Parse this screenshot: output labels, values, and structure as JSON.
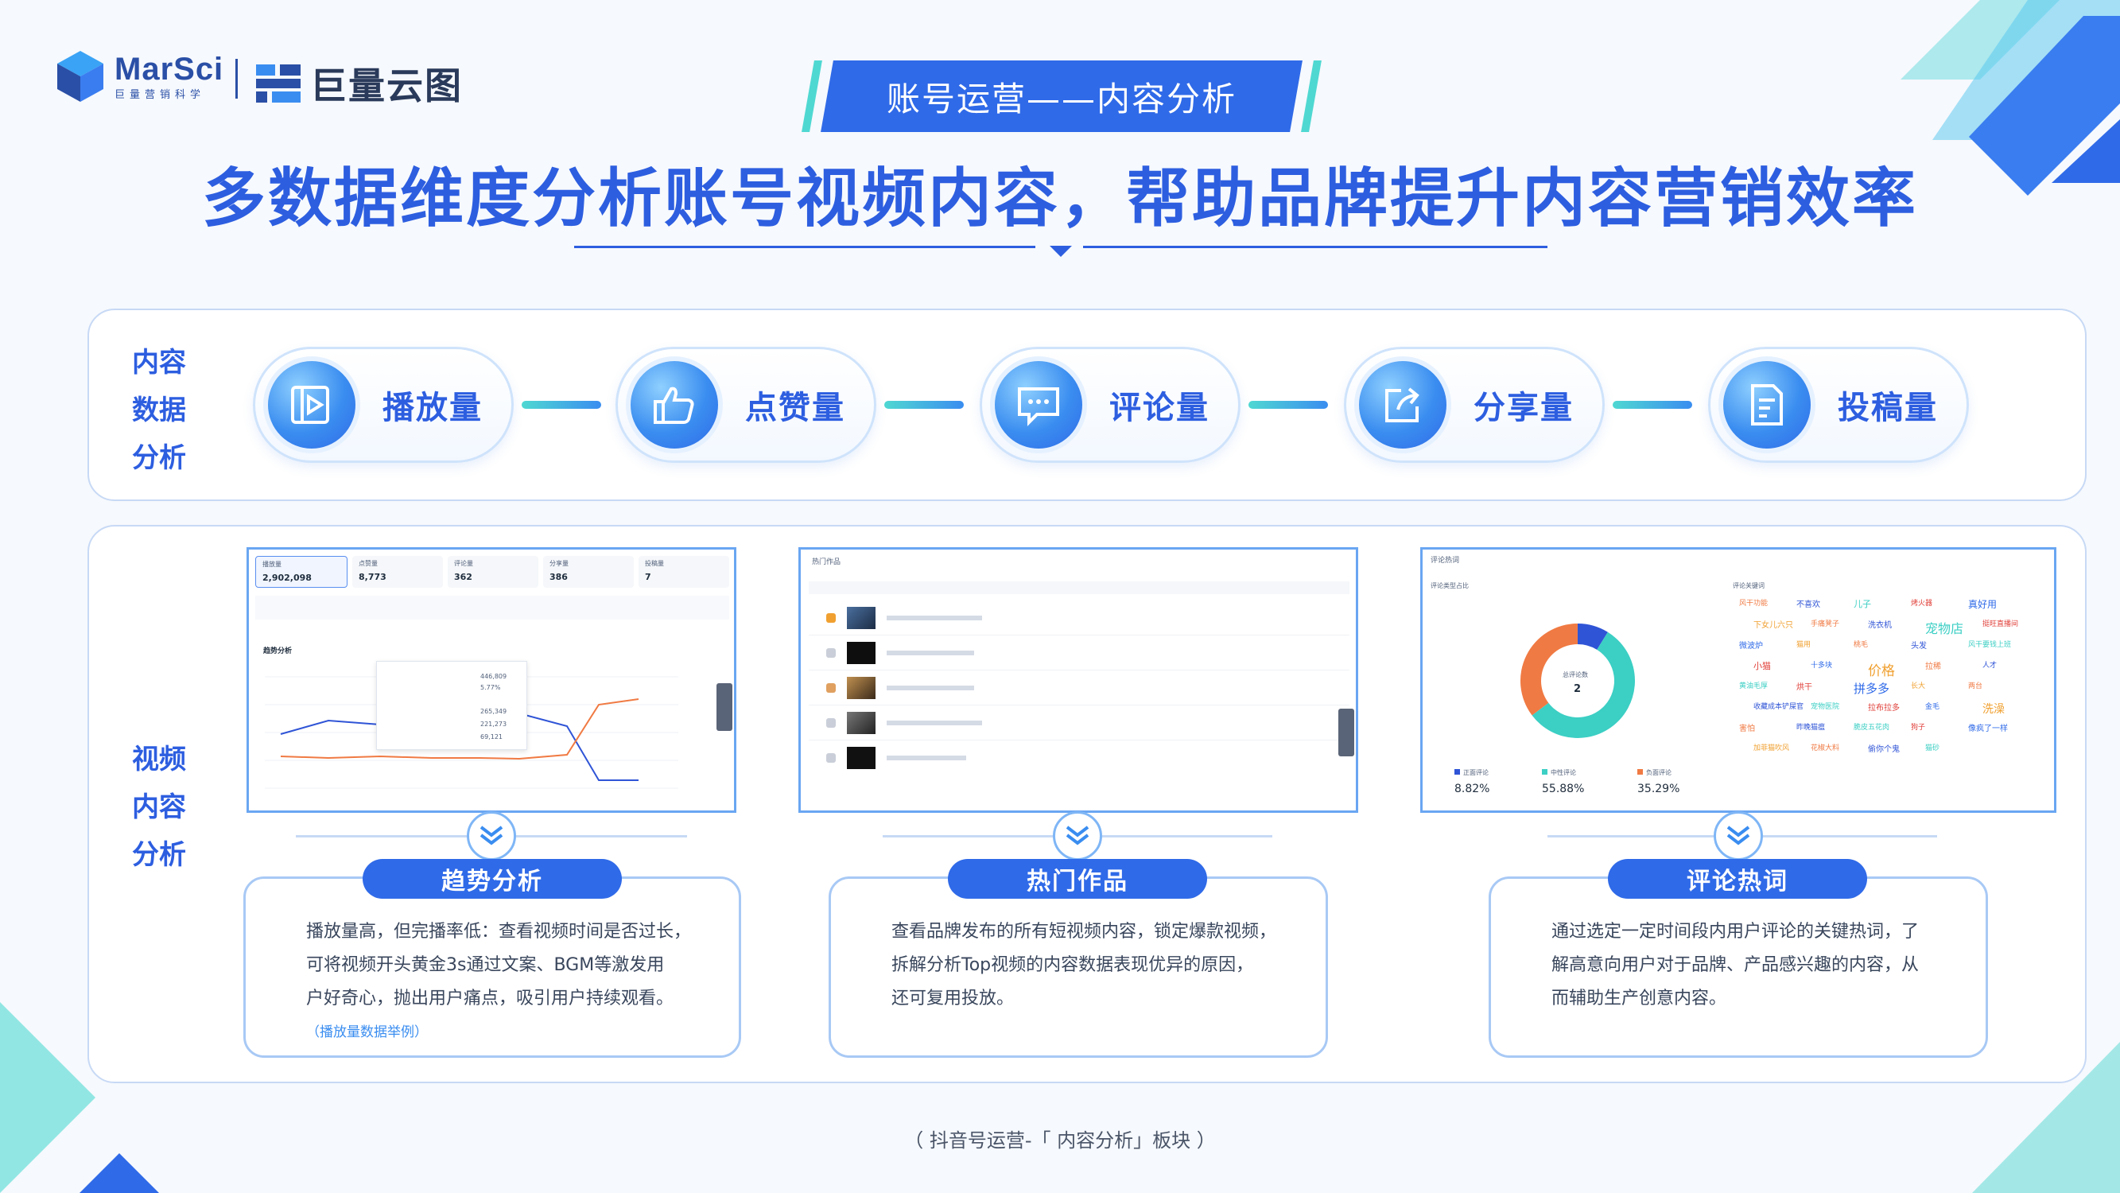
{
  "logo": {
    "brand_name": "MarSci",
    "brand_sub": "巨量营销科学",
    "partner_name": "巨量云图"
  },
  "section_tag": "账号运营——内容分析",
  "headline": "多数据维度分析账号视频内容，帮助品牌提升内容营销效率",
  "content_panel": {
    "side_label": [
      "内容",
      "数据",
      "分析"
    ],
    "metrics": [
      {
        "label": "播放量",
        "icon": "play-icon"
      },
      {
        "label": "点赞量",
        "icon": "thumbs-up-icon"
      },
      {
        "label": "评论量",
        "icon": "comment-icon"
      },
      {
        "label": "分享量",
        "icon": "share-icon"
      },
      {
        "label": "投稿量",
        "icon": "document-icon"
      }
    ]
  },
  "video_panel": {
    "side_label": [
      "视频",
      "内容",
      "分析"
    ],
    "trend_shot": {
      "stats": [
        {
          "label": "播放量",
          "value": "2,902,098"
        },
        {
          "label": "点赞量",
          "value": "8,773"
        },
        {
          "label": "评论量",
          "value": "362"
        },
        {
          "label": "分享量",
          "value": "386"
        },
        {
          "label": "投稿量",
          "value": "7"
        }
      ],
      "title": "趋势分析",
      "tooltip_rows": [
        "446,809",
        "5.77%",
        "265,349",
        "221,273",
        "69,121"
      ]
    },
    "hot_shot": {
      "title": "热门作品",
      "rows": 5
    },
    "comment_shot": {
      "title": "评论热词",
      "sub_left": "评论类型占比",
      "sub_right": "评论关键词",
      "center_label": "总评论数",
      "center_value": "2",
      "legend": [
        {
          "label": "正面评论",
          "value": "8.82%",
          "color": "#2f54d6"
        },
        {
          "label": "中性评论",
          "value": "55.88%",
          "color": "#3ccfc4"
        },
        {
          "label": "负面评论",
          "value": "35.29%",
          "color": "#f07a43"
        }
      ],
      "words": [
        "风干功能",
        "不喜欢",
        "儿子",
        "烤火器",
        "真好用",
        "下女儿六只",
        "手痛凳子",
        "洗衣机",
        "宠物店",
        "挺旺直播间",
        "微波炉",
        "猫用",
        "桃毛",
        "头发",
        "风干要钱上班",
        "小猫",
        "十多块",
        "价格",
        "拉稀",
        "人才",
        "黄油毛厚",
        "烘干",
        "拼多多",
        "长大",
        "两台",
        "收藏成本铲屎官",
        "宠物医院",
        "拉布拉多",
        "金毛",
        "洗澡",
        "害怕",
        "昨晚猫瘟",
        "脆皮五花肉",
        "狗子",
        "像疯了一样",
        "加菲猫吹风",
        "花椒大料",
        "偷你个鬼",
        "猫砂"
      ]
    },
    "cards": [
      {
        "tab": "趋势分析",
        "lines": [
          "播放量高，但完播率低：查看视频时间是否过长，",
          "可将视频开头黄金3s通过文案、BGM等激发用",
          "户好奇心，抛出用户痛点，吸引用户持续观看。"
        ],
        "note": "（播放量数据举例）"
      },
      {
        "tab": "热门作品",
        "lines": [
          "查看品牌发布的所有短视频内容，锁定爆款视频，",
          "拆解分析Top视频的内容数据表现优异的原因，",
          "还可复用投放。"
        ]
      },
      {
        "tab": "评论热词",
        "lines": [
          "通过选定一定时间段内用户评论的关键热词，了",
          "解高意向用户对于品牌、产品感兴趣的内容，从",
          "而辅助生产创意内容。"
        ]
      }
    ]
  },
  "footer": "（ 抖音号运营-「 内容分析」板块 ）",
  "colors": {
    "primary": "#2d5ee0",
    "accent": "#4fd8d2",
    "bar": "#2f6ae8"
  }
}
